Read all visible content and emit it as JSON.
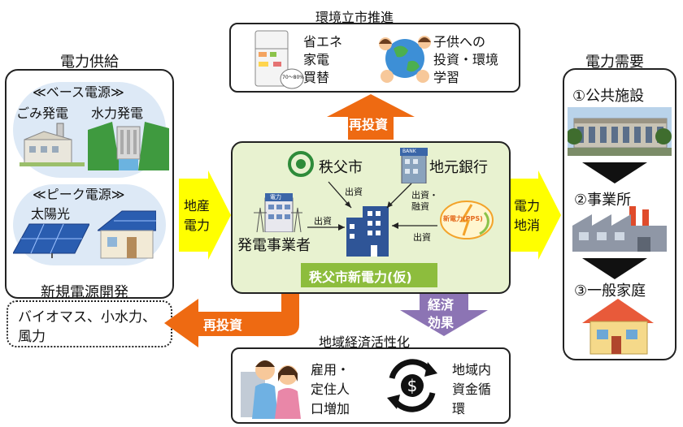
{
  "colors": {
    "center_bg": "#e8f2d0",
    "center_label_bg": "#8dbd3d",
    "yellow_arrow": "#ffff00",
    "orange_arrow": "#ee6a12",
    "purple_arrow": "#8c74b4",
    "black_arrow": "#111111"
  },
  "supply": {
    "heading": "電力供給",
    "base_label": "≪ベース電源≫",
    "waste_label": "ごみ発電",
    "hydro_label": "水力発電",
    "peak_label": "≪ピーク電源≫",
    "solar_label": "太陽光",
    "new_dev_heading": "新規電源開発",
    "new_dev_line1": "バイオマス、小水力、",
    "new_dev_line2": "風力"
  },
  "env": {
    "heading": "環境立市推進",
    "eco1": "省エネ",
    "eco2": "家電",
    "eco3": "買替",
    "eco_badge": "70～80%",
    "kids1": "子供への",
    "kids2": "投資・環境",
    "kids3": "学習"
  },
  "center": {
    "chichibu_city": "秩父市",
    "local_bank": "地元銀行",
    "bank_sign": "BANK",
    "power_company": "発電事業者",
    "power_sign": "電力",
    "pps_label": "新電力(PPS)",
    "inv1": "出資",
    "inv2": "出資・",
    "inv2b": "融資",
    "inv3": "出資",
    "inv4": "出資",
    "name_label": "秩父市新電力(仮)"
  },
  "arrows": {
    "local_power1": "地産",
    "local_power2": "電力",
    "local_consume1": "電力",
    "local_consume2": "地消",
    "reinvest_top": "再投資",
    "reinvest_left": "再投資",
    "econ1": "経済",
    "econ2": "効果"
  },
  "demand": {
    "heading": "電力需要",
    "item1": "①公共施設",
    "item2": "②事業所",
    "item3": "③一般家庭"
  },
  "regional": {
    "heading": "地域経済活性化",
    "jobs1": "雇用・",
    "jobs2": "定住人",
    "jobs3": "口増加",
    "money1": "地域内",
    "money2": "資金循",
    "money3": "環"
  }
}
